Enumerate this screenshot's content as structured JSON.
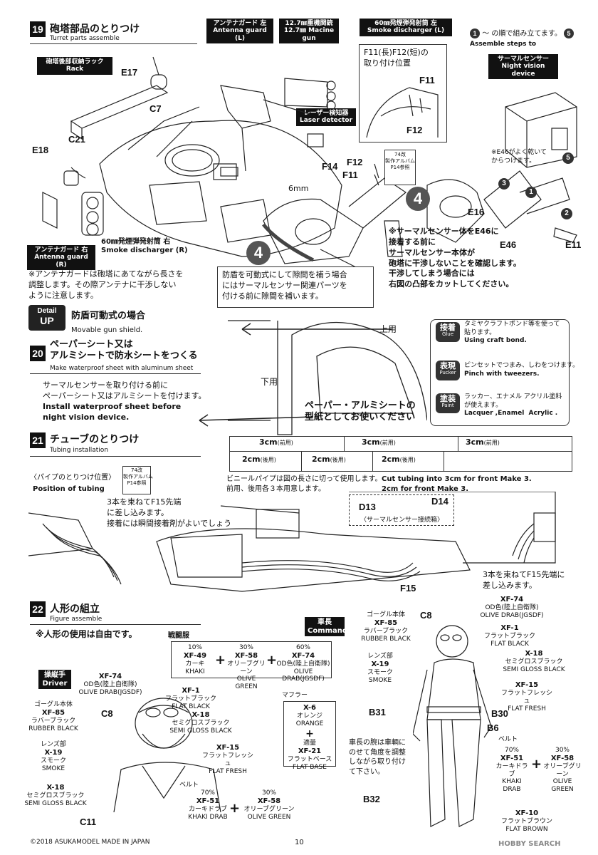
{
  "step19": {
    "num": "19",
    "title": "砲塔部品のとりつけ",
    "subtitle": "Turret parts assemble",
    "labels": {
      "antenna_guard_l_jp": "アンテナガード 左",
      "antenna_guard_l_en": "Antenna guard (L)",
      "mg_jp": "12.7㎜重機関銃",
      "mg_en": "12.7㎜ Macine gun",
      "smoke_l_jp": "60㎜発煙弾発射筒 左",
      "smoke_l_en": "Smoke discharger (L)",
      "rack_jp": "砲塔後部収納ラック",
      "rack_en": "Rack",
      "laser_jp": "レーザー検知器",
      "laser_en": "Laser detector",
      "antenna_guard_r_jp": "アンテナガード 右",
      "antenna_guard_r_en": "Antenna guard (R)",
      "smoke_r_jp": "60㎜発煙弾発射筒 右",
      "smoke_r_en": "Smoke discharger (R)",
      "thermal_jp": "サーマルセンサー",
      "thermal_en": "Night vision device"
    },
    "parts": {
      "e17": "E17",
      "c7": "C7",
      "c21": "C21",
      "e18": "E18",
      "f14": "F14",
      "f12": "F12",
      "f11": "F11",
      "f12b": "F12",
      "f11b": "F11",
      "e16": "E16",
      "e46": "E46",
      "e11": "E11",
      "mm6": "6mm"
    },
    "steps_note_jp": "〜 の順で組み立てます。",
    "steps_note_en": "Assemble steps  to ",
    "step_a": "1",
    "step_b": "5",
    "inset_title": "F11(長)F12(短)の\n取り付け位置",
    "ref_74": "74改\n製作アルバム\nP14参照",
    "e46_note": "※E46がよく乾いて\nからつけます。",
    "big4": "4",
    "c1": "1",
    "c2": "2",
    "c3": "3",
    "c5": "5",
    "note_antenna": "※アンテナガードは砲塔にあてながら長さを\n調整します。その際アンテナに干渉しない\nように注意します。",
    "note_shield": "防盾を可動式にして隙間を補う場合\nにはサーマルセンサー関連パーツを\n付ける前に隙間を補います。",
    "note_thermal": "※サーマルセンサー体をE46に\n接着する前に\nサーマルセンサー本体が\n砲塔に干渉しないことを確認します。\n干渉してしまう場合には\n右図の凸部をカットしてください。"
  },
  "detail": {
    "badge_top": "Detail",
    "badge_bottom": "UP",
    "title_jp": "防盾可動式の場合",
    "title_en": "Movable gun shield.",
    "up_label": "上用",
    "down_label": "下用",
    "template_note": "ペーパー・アルミシートの\n型紙としてお使いください"
  },
  "step20": {
    "num": "20",
    "title": "ペーパーシート又は\nアルミシートで防水シートをつくる",
    "subtitle": "Make waterproof sheet with aluminum sheet",
    "note_jp": "サーマルセンサーを取り付ける前に\nペーパーシート又はアルミシートを付けます。",
    "note_en": "Install waterproof sheet before\nnight vision device."
  },
  "tools": [
    {
      "jp": "接着",
      "en": "Glue",
      "text": "タミヤクラフトボンド等を使って\n貼ります。",
      "text_en": "Using craft bond."
    },
    {
      "jp": "表現",
      "en": "Pucker",
      "text": "ピンセットでつまみ、しわをつけます。",
      "text_en": "Pinch with tweezers."
    },
    {
      "jp": "塗装",
      "en": "Paint",
      "text": "ラッカー、エナメル アクリル塗料\nが使えます。",
      "text_en": "Lacquer ,Enamel  Acrylic ."
    }
  ],
  "step21": {
    "num": "21",
    "title": "チューブのとりつけ",
    "subtitle": "Tubing installation",
    "ruler_front": "3cm",
    "ruler_front_tag": "(前用)",
    "ruler_rear": "2cm",
    "ruler_rear_tag": "(後用)",
    "pos_jp": "〈パイプのとりつけ位置〉",
    "pos_en": "Position of tubing",
    "ref_74": "74改\n製作アルバム\nP14参照",
    "cut_jp": "ビニールパイプは図の長さに切って使用します。\n前用、後用各３本用意します。",
    "cut_en": "Cut tubing into 3cm for front Make 3.\n2cm for front Make 3.",
    "bundle_jp": "3本を束ねてF15先端\nに差し込みます。",
    "glue_jp": "接着には瞬間接着剤がよいでしょう",
    "d13": "D13",
    "d14": "D14",
    "box_jp": "〈サーマルセンサー接続箱〉",
    "bundle2_jp": "3本を束ねてF15先端に\n差し込みます。",
    "f15": "F15"
  },
  "step22": {
    "num": "22",
    "title": "人形の組立",
    "subtitle": "Figure assemble",
    "note": "※人形の使用は自由です。",
    "commander_jp": "車長",
    "commander_en": "Commander",
    "driver_jp": "操縦手",
    "driver_en": "Driver",
    "uniform_jp": "戦闘服",
    "uniform_mix": [
      {
        "pct": "10%",
        "code": "XF-49",
        "name": "カーキ",
        "en": "KHAKI"
      },
      {
        "pct": "30%",
        "code": "XF-58",
        "name": "オリーブグリーン",
        "en": "OLIVE GREEN"
      },
      {
        "pct": "60%",
        "code": "XF-74",
        "name": "OD色(陸上自衛隊)",
        "en": "OLIVE DRAB(JGSDF)"
      }
    ],
    "muffler_jp": "マフラー",
    "muffler": {
      "code1": "X-6",
      "name1": "オレンジ",
      "en1": "ORANGE",
      "plus": "+",
      "amt": "適量",
      "code2": "XF-21",
      "name2": "フラットベース",
      "en2": "FLAT BASE"
    },
    "driver_paints": [
      {
        "code": "XF-74",
        "name": "OD色(陸上自衛隊)",
        "en": "OLIVE DRAB(JGSDF)"
      },
      {
        "code": "XF-1",
        "name": "フラットブラック",
        "en": "FLAT BLACK"
      },
      {
        "code": "XF-85",
        "name": "ラバーブラック",
        "en": "RUBBER BLACK",
        "pre": "ゴーグル本体"
      },
      {
        "code": "X-18",
        "name": "セミグロスブラック",
        "en": "SEMI GLOSS BLACK"
      },
      {
        "code": "X-19",
        "name": "スモーク",
        "en": "SMOKE",
        "pre": "レンズ部"
      },
      {
        "code": "XF-15",
        "name": "フラットフレッシュ",
        "en": "FLAT FRESH"
      },
      {
        "code": "X-18",
        "name": "セミグロスブラック",
        "en": "SEMI GLOSS BLACK"
      }
    ],
    "cmd_paints": [
      {
        "code": "XF-74",
        "name": "OD色(陸上自衛隊)",
        "en": "OLIVE DRAB(JGSDF)"
      },
      {
        "code": "XF-85",
        "name": "ラバーブラック",
        "en": "RUBBER BLACK",
        "pre": "ゴーグル本体"
      },
      {
        "code": "XF-1",
        "name": "フラットブラック",
        "en": "FLAT BLACK"
      },
      {
        "code": "X-19",
        "name": "スモーク",
        "en": "SMOKE",
        "pre": "レンズ部"
      },
      {
        "code": "X-18",
        "name": "セミグロスブラック",
        "en": "SEMI GLOSS BLACK"
      },
      {
        "code": "XF-15",
        "name": "フラットフレッシュ",
        "en": "FLAT FRESH"
      },
      {
        "code": "XF-10",
        "name": "フラットブラウン",
        "en": "FLAT BROWN"
      }
    ],
    "belt_jp": "ベルト",
    "belt_mix": [
      {
        "pct": "70%",
        "code": "XF-51",
        "name": "カーキドラブ",
        "en": "KHAKI DRAB"
      },
      {
        "pct": "30%",
        "code": "XF-58",
        "name": "オリーブグリーン",
        "en": "OLIVE GREEN"
      }
    ],
    "parts": {
      "c8a": "C8",
      "c8b": "C8",
      "c11": "C11",
      "b31": "B31",
      "b30": "B30",
      "b6": "B6",
      "b32": "B32"
    },
    "arm_note": "車長の腕は車輌に\nのせて角度を調整\nしながら取り付け\nて下さい。"
  },
  "footer": {
    "copyright": "©2018 ASUKAMODEL   MADE IN JAPAN",
    "page": "10",
    "watermark": "HOBBY SEARCH"
  }
}
